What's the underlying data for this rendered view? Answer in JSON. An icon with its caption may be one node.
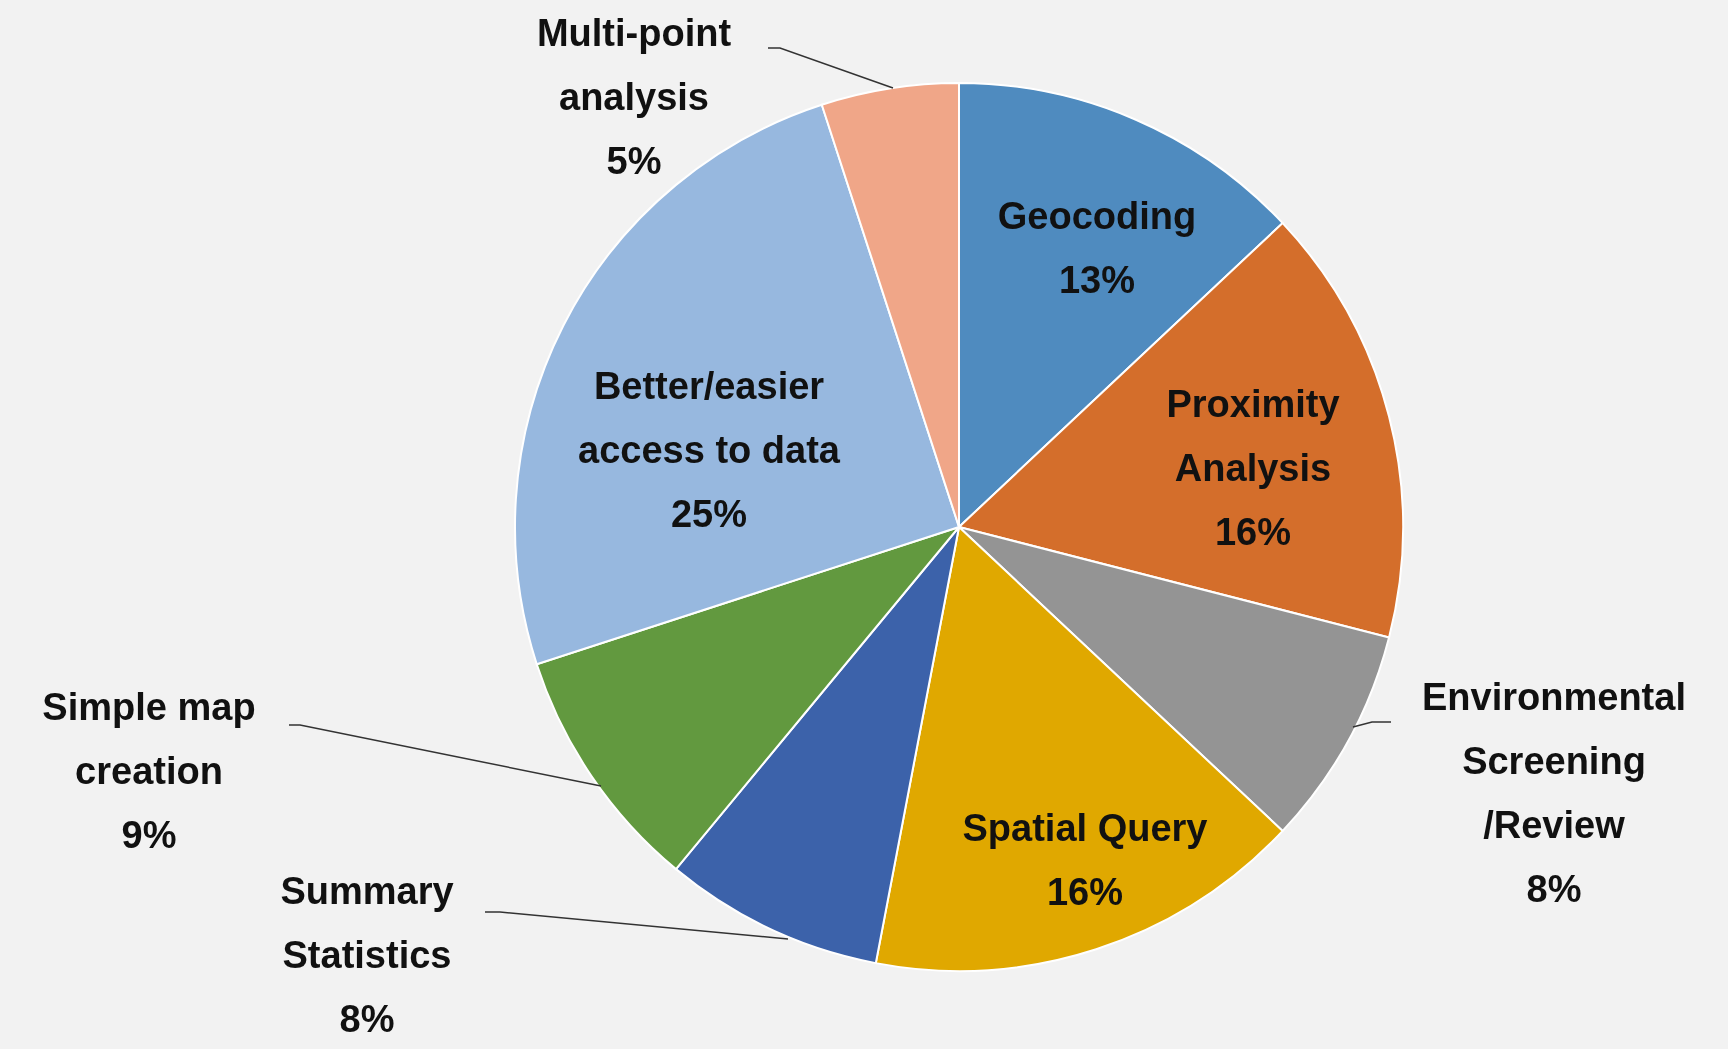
{
  "diagram": {
    "chart_data": {
      "type": "pie",
      "categories": [
        "Geocoding",
        "Proximity Analysis",
        "Environmental Screening /Review",
        "Spatial Query",
        "Summary Statistics",
        "Simple map creation",
        "Better/easier access to data",
        "Multi-point analysis"
      ],
      "values": [
        13,
        16,
        8,
        16,
        8,
        9,
        25,
        5
      ],
      "value_labels": [
        "13%",
        "16%",
        "8%",
        "16%",
        "8%",
        "9%",
        "25%",
        "5%"
      ],
      "colors": [
        "#4f8bbf",
        "#d46e2b",
        "#949494",
        "#e0a800",
        "#3c62aa",
        "#62993f",
        "#97b8df",
        "#f0a688"
      ],
      "data_labels": true
    }
  }
}
